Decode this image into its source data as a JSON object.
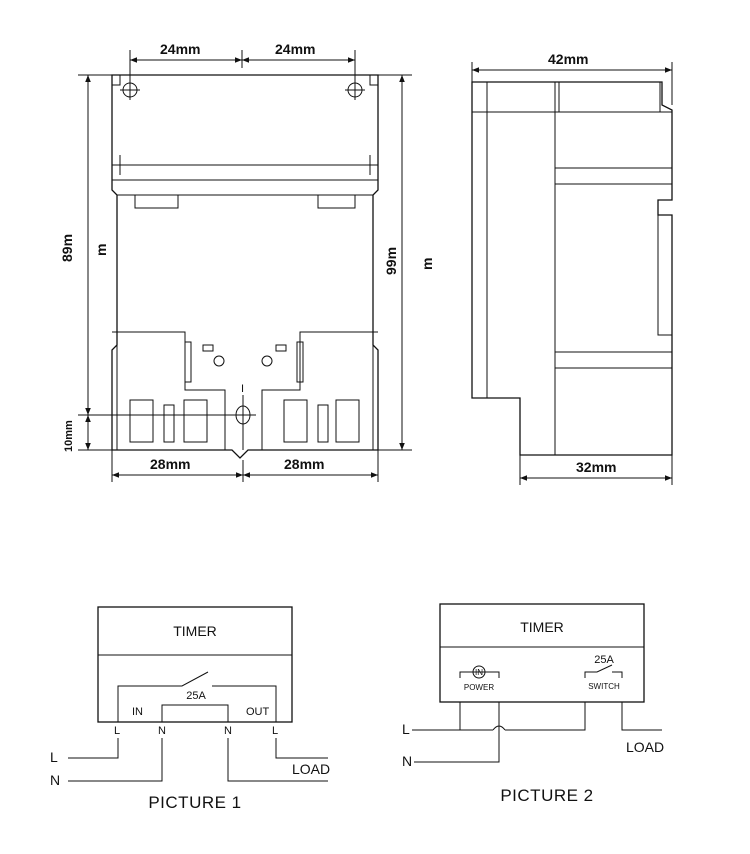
{
  "front_view": {
    "top_dim_left": "24mm",
    "top_dim_right": "24mm",
    "height_inner": "89m",
    "height_inner_unit": "m",
    "height_outer": "99m",
    "height_outer_unit": "m",
    "bottom_offset": "10mm",
    "bottom_dim_left": "28mm",
    "bottom_dim_right": "28mm",
    "center_mark": "I"
  },
  "side_view": {
    "top_width": "42mm",
    "bottom_width": "32mm"
  },
  "picture1": {
    "title": "TIMER",
    "rating": "25A",
    "in_label": "IN",
    "out_label": "OUT",
    "terminals": [
      "L",
      "N",
      "N",
      "L"
    ],
    "line_l": "L",
    "line_n": "N",
    "load": "LOAD",
    "caption": "PICTURE 1"
  },
  "picture2": {
    "title": "TIMER",
    "power_symbol": "IN",
    "power_label": "POWER",
    "rating": "25A",
    "switch_label": "SWITCH",
    "line_l": "L",
    "line_n": "N",
    "load": "LOAD",
    "caption": "PICTURE  2"
  }
}
